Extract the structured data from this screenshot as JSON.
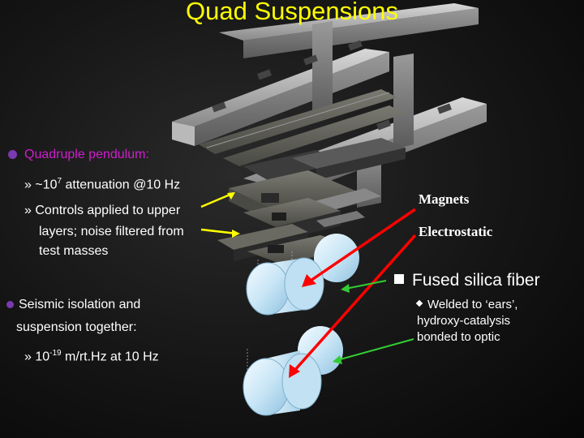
{
  "slide": {
    "title": "Quad Suspensions"
  },
  "left_text": {
    "bullet1": "Quadruple pendulum:",
    "sub1_a": "~10",
    "sub1_exp": "7",
    "sub1_b": " attenuation @10 Hz",
    "sub2_line1": "Controls applied to upper",
    "sub2_line2": "layers; noise filtered from",
    "sub2_line3": "test masses",
    "bullet2_line1": "Seismic isolation and",
    "bullet2_line2": "suspension together:",
    "sub3_a": "10",
    "sub3_exp": "-19",
    "sub3_b": " m/rt.Hz at 10 Hz",
    "marker": "»"
  },
  "labels": {
    "magnets": "Magnets",
    "electrostatic": "Electrostatic",
    "fused_silica": "Fused silica fiber",
    "welded_line1": "Welded to ‘ears’,",
    "welded_line2": "hydroxy-catalysis",
    "welded_line3": "bonded to optic"
  },
  "colors": {
    "title": "#ffff00",
    "bullet_main": "#d01dcf",
    "arrow_yellow": "#ffff00",
    "arrow_red": "#ff0000",
    "arrow_green": "#33cc33"
  }
}
